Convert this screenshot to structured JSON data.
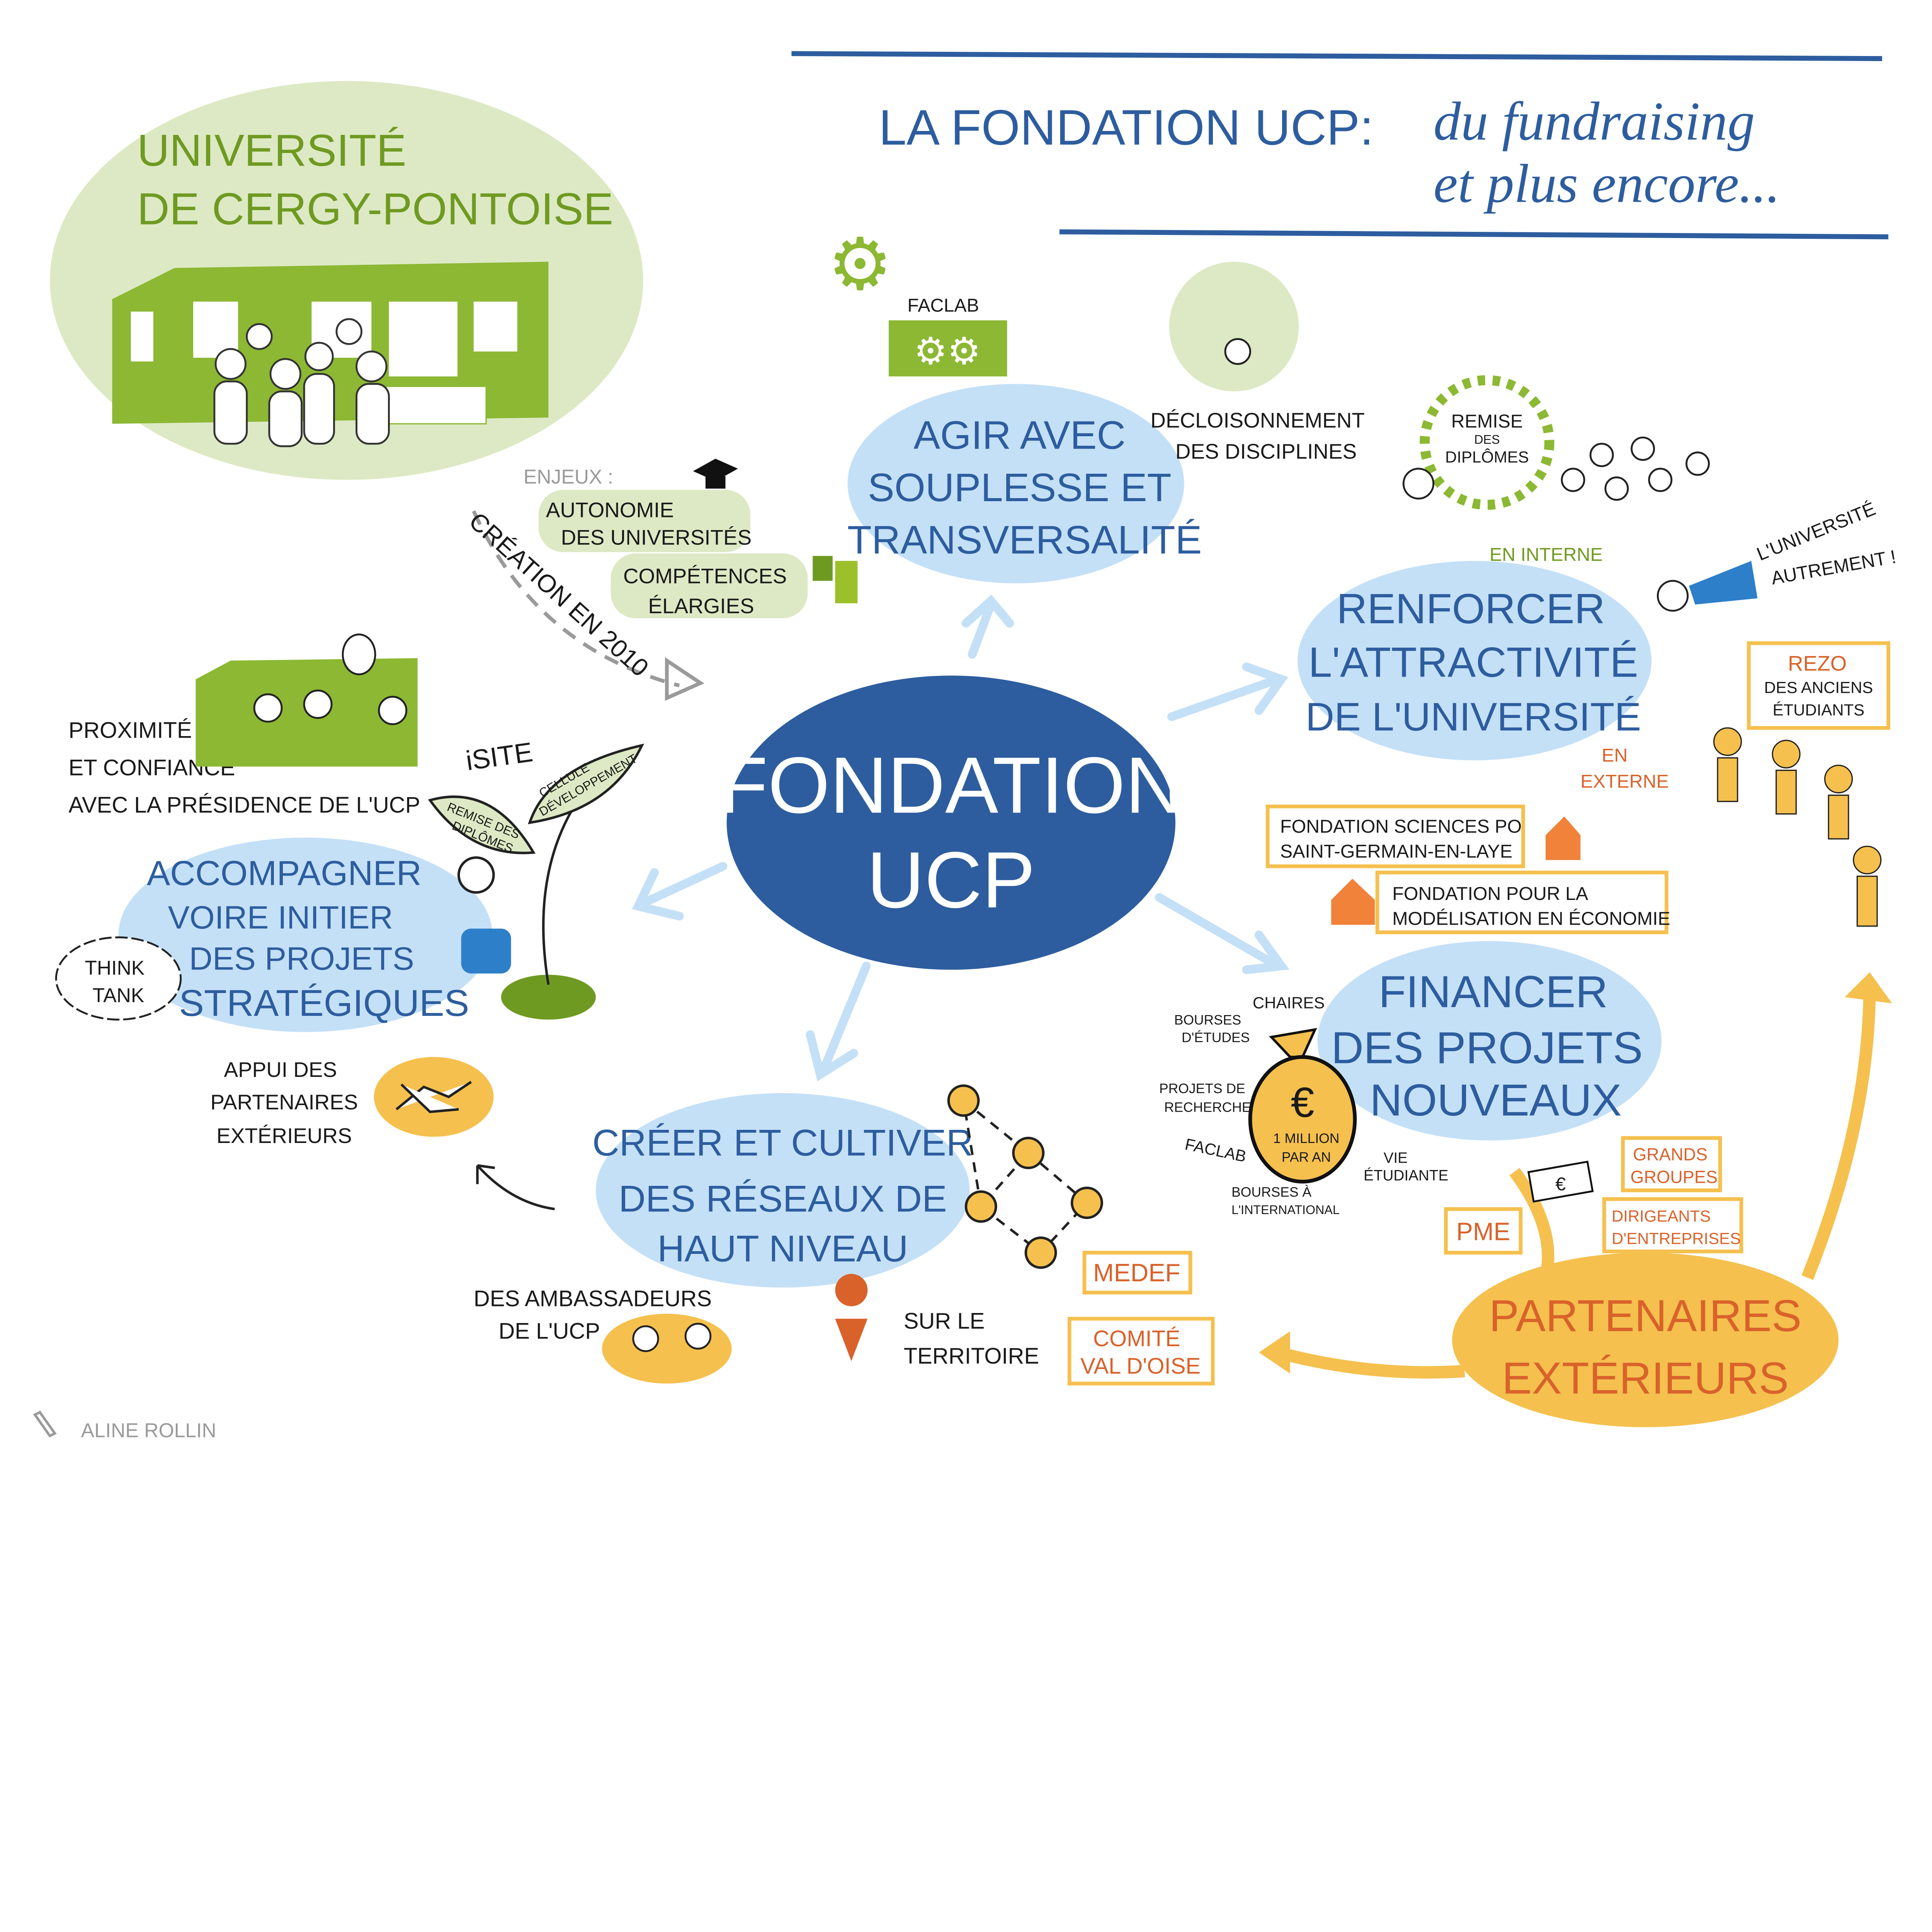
{
  "title": {
    "line1": "LA FONDATION UCP:",
    "line1_script": "du fundraising",
    "line2": "et plus encore..."
  },
  "university": {
    "lines": [
      "UNIVERSITÉ",
      "DE CERGY-PONTOISE"
    ]
  },
  "center": {
    "lines": [
      "FONDATION",
      "UCP"
    ]
  },
  "enjeux": {
    "label": "ENJEUX :",
    "autonomie": [
      "AUTONOMIE",
      "DES UNIVERSITÉS"
    ],
    "competences": [
      "COMPÉTENCES",
      "ÉLARGIES"
    ],
    "creation": "CRÉATION EN 2010"
  },
  "agir": {
    "lines": [
      "AGIR AVEC",
      "SOUPLESSE ET",
      "TRANSVERSALITÉ"
    ],
    "faclab": "FACLAB",
    "decloisonnement": [
      "DÉCLOISONNEMENT",
      "DES DISCIPLINES"
    ]
  },
  "renforcer": {
    "lines": [
      "RENFORCER",
      "L'ATTRACTIVITÉ",
      "DE L'UNIVERSITÉ"
    ],
    "remise": [
      "REMISE",
      "DES",
      "DIPLÔMES"
    ],
    "en_interne": "EN INTERNE",
    "en_externe": [
      "EN",
      "EXTERNE"
    ],
    "autrement": [
      "L'UNIVERSITÉ",
      "AUTREMENT !"
    ],
    "rezo": [
      "REZO",
      "DES ANCIENS",
      "ÉTUDIANTS"
    ]
  },
  "fondations": {
    "sciences_po": [
      "FONDATION SCIENCES PO",
      "SAINT-GERMAIN-EN-LAYE"
    ],
    "modelisation": [
      "FONDATION POUR LA",
      "MODÉLISATION EN ÉCONOMIE"
    ]
  },
  "financer": {
    "lines": [
      "FINANCER",
      "DES PROJETS",
      "NOUVEAUX"
    ],
    "bag": [
      "1 MILLION",
      "PAR AN"
    ],
    "chaires": "CHAIRES",
    "bourses_etudes": [
      "BOURSES",
      "D'ÉTUDES"
    ],
    "projets_recherche": [
      "PROJETS DE",
      "RECHERCHE"
    ],
    "faclab": "FACLAB",
    "bourses_international": [
      "BOURSES À",
      "L'INTERNATIONAL"
    ],
    "vie_etudiante": [
      "VIE",
      "ÉTUDIANTE"
    ]
  },
  "partenaires": {
    "lines": [
      "PARTENAIRES",
      "EXTÉRIEURS"
    ],
    "grands_groupes": [
      "GRANDS",
      "GROUPES"
    ],
    "dirigeants": [
      "DIRIGEANTS",
      "D'ENTREPRISES"
    ],
    "pme": "PME"
  },
  "reseaux": {
    "lines": [
      "CRÉER ET CULTIVER",
      "DES RÉSEAUX DE",
      "HAUT NIVEAU"
    ],
    "medef": "MEDEF",
    "comite": [
      "COMITÉ",
      "VAL D'OISE"
    ],
    "territoire": [
      "SUR LE",
      "TERRITOIRE"
    ],
    "ambassadeurs": [
      "DES AMBASSADEURS",
      "DE L'UCP"
    ]
  },
  "accompagner": {
    "lines": [
      "ACCOMPAGNER",
      "VOIRE INITIER",
      "DES PROJETS",
      "STRATÉGIQUES"
    ],
    "think_tank": [
      "THINK",
      "TANK"
    ],
    "appui": [
      "APPUI DES",
      "PARTENAIRES",
      "EXTÉRIEURS"
    ],
    "proximite": [
      "PROXIMITÉ",
      "ET CONFIANCE",
      "AVEC LA PRÉSIDENCE DE L'UCP"
    ],
    "isite": "iSITE",
    "leaf_remise": [
      "REMISE DES",
      "DIPLÔMES"
    ],
    "leaf_cellule": [
      "CELLULE",
      "DÉVELOPPEMENT"
    ]
  },
  "author": "ALINE ROLLIN",
  "colors": {
    "dark_blue": "#2d5d9f",
    "light_blue": "#c4e0f7",
    "green": "#8cb833",
    "light_green": "#dde9c4",
    "yellow": "#f5c04e",
    "orange": "#d9622b"
  }
}
